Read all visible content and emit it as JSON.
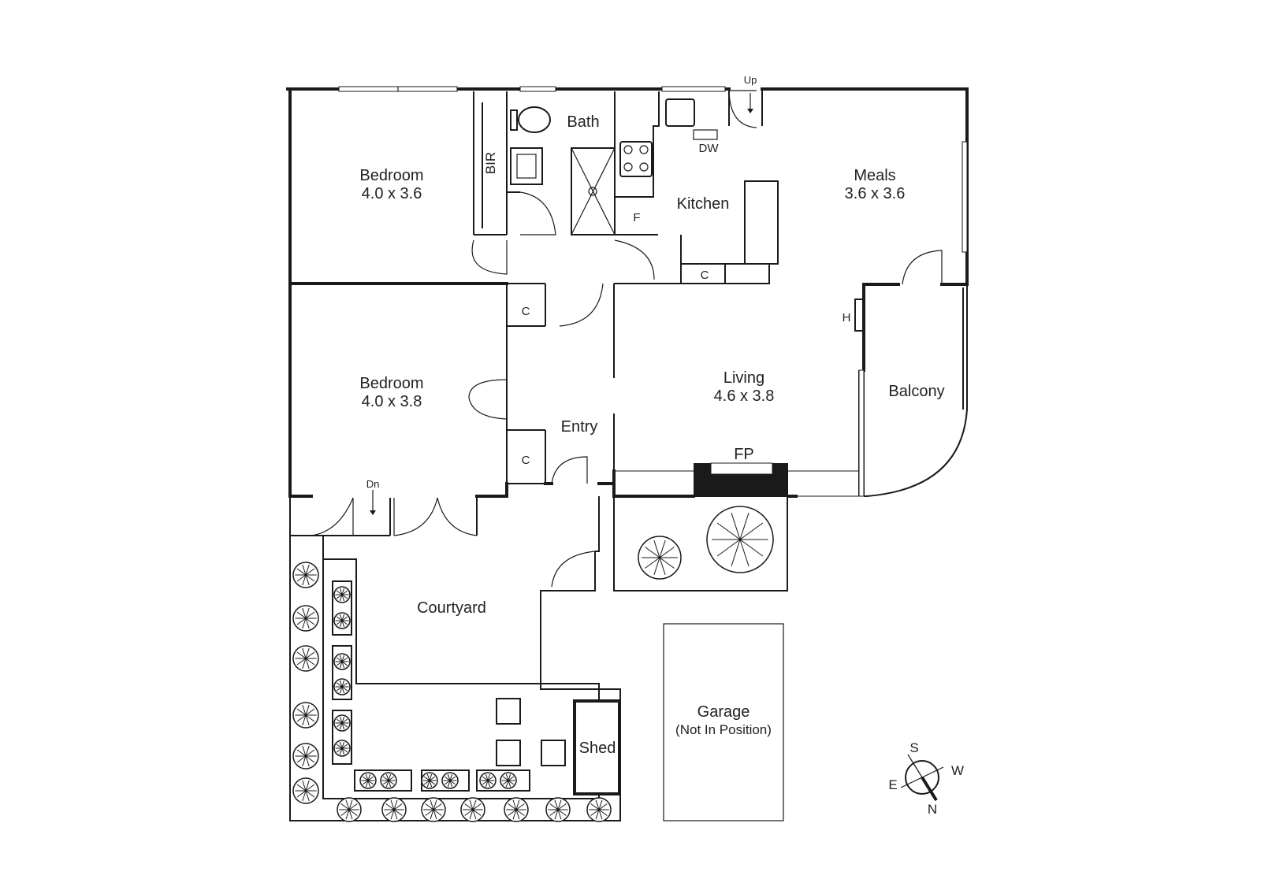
{
  "rooms": {
    "bedroom1": {
      "name": "Bedroom",
      "size": "4.0 x 3.6"
    },
    "bedroom2": {
      "name": "Bedroom",
      "size": "4.0 x 3.8"
    },
    "meals": {
      "name": "Meals",
      "size": "3.6 x 3.6"
    },
    "living": {
      "name": "Living",
      "size": "4.6 x 3.8"
    },
    "bath": "Bath",
    "kitchen": "Kitchen",
    "entry": "Entry",
    "balcony": "Balcony",
    "courtyard": "Courtyard",
    "shed": "Shed",
    "garage": {
      "name": "Garage",
      "note": "(Not In Position)"
    }
  },
  "fixtures": {
    "bir": "BIR",
    "cupboard": "C",
    "fridge": "F",
    "dishwasher": "DW",
    "heater": "H",
    "fireplace": "FP",
    "stairs_up": "Up",
    "stairs_down": "Dn"
  },
  "compass": {
    "s": "S",
    "w": "W",
    "e": "E",
    "n": "N"
  }
}
